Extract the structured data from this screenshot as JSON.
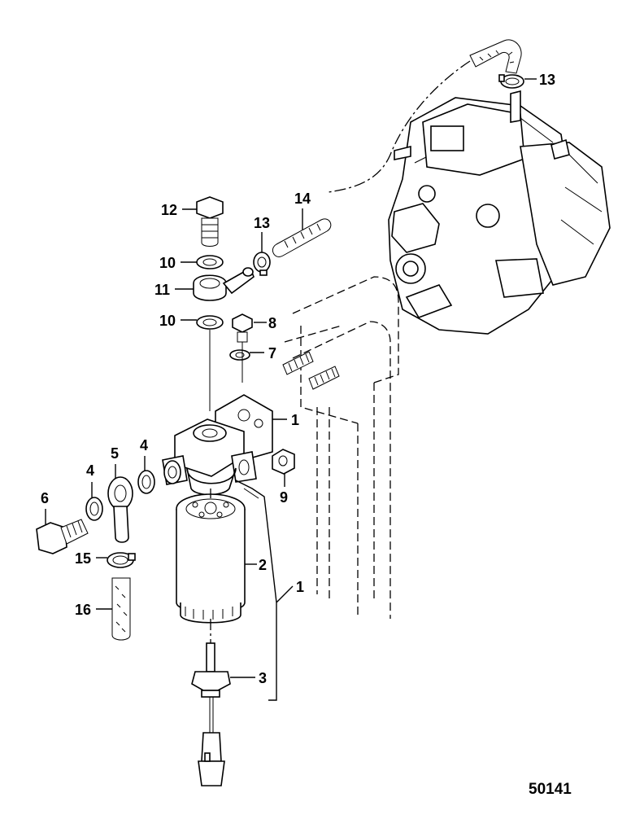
{
  "callouts": {
    "c1a": "1",
    "c1b": "1",
    "c2": "2",
    "c3": "3",
    "c4a": "4",
    "c4b": "4",
    "c5": "5",
    "c6": "6",
    "c7": "7",
    "c8": "8",
    "c9": "9",
    "c10a": "10",
    "c10b": "10",
    "c11": "11",
    "c12": "12",
    "c13a": "13",
    "c13b": "13",
    "c14": "14",
    "c15": "15",
    "c16": "16"
  },
  "figure_id": "50141"
}
